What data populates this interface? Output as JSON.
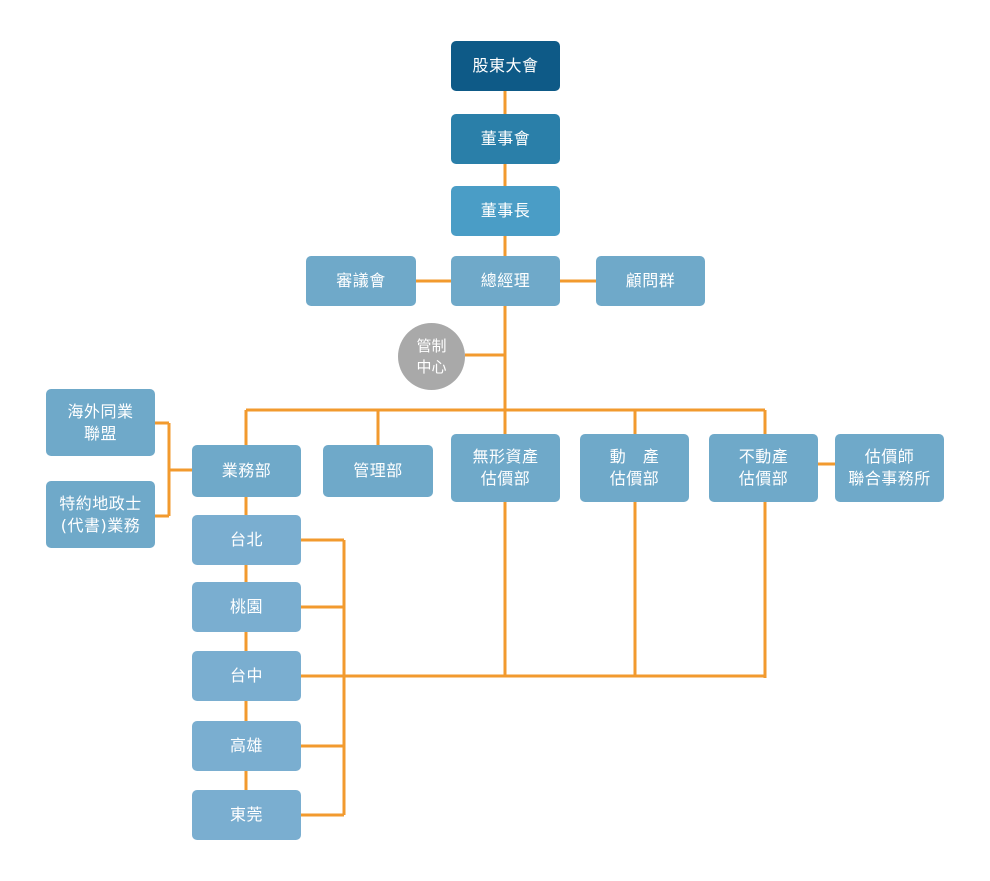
{
  "colors": {
    "line": "#f29a2e",
    "top": "#0e5a87",
    "board": "#2a7fa9",
    "chair": "#4a9dc6",
    "node": "#6fa9c9",
    "branch": "#7aaed0",
    "circle": "#a9a9a9"
  },
  "nodes": {
    "shareholders": "股東大會",
    "board": "董事會",
    "chairman": "董事長",
    "gm": "總經理",
    "review": "審議會",
    "advisors": "顧問群",
    "control": "管制\n中心",
    "overseas": "海外同業\n聯盟",
    "landagent": "特約地政士\n(代書)業務",
    "sales": "業務部",
    "admin": "管理部",
    "intangible": "無形資產\n估價部",
    "movable": "動　產\n估價部",
    "realestate": "不動產\n估價部",
    "appraiser": "估價師\n聯合事務所"
  },
  "branches": [
    "台北",
    "桃園",
    "台中",
    "高雄",
    "東莞"
  ]
}
